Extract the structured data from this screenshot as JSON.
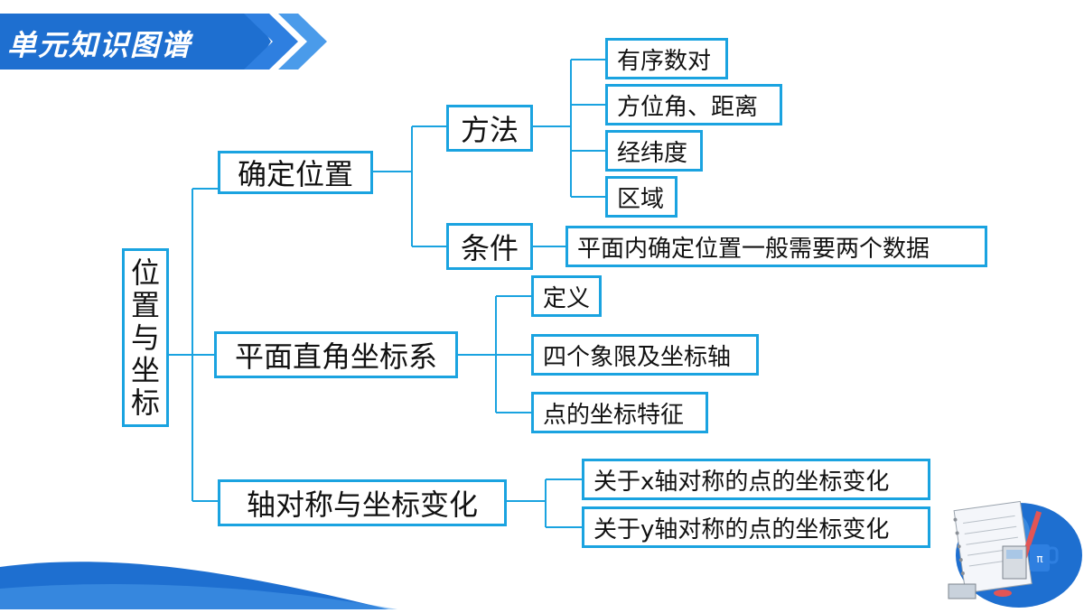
{
  "header": {
    "title": "单元知识图谱"
  },
  "colors": {
    "accent": "#1aa3e0",
    "banner": "#1e6fd0",
    "chevrons": "#2e7fe0"
  },
  "mindmap": {
    "root": "位置与坐标",
    "branches": [
      {
        "label": "确定位置",
        "children": [
          {
            "label": "方法",
            "children": [
              "有序数对",
              "方位角、距离",
              "经纬度",
              "区域"
            ]
          },
          {
            "label": "条件",
            "children": [
              "平面内确定位置一般需要两个数据"
            ]
          }
        ]
      },
      {
        "label": "平面直角坐标系",
        "children": [
          "定义",
          "四个象限及坐标轴",
          "点的坐标特征"
        ]
      },
      {
        "label": "轴对称与坐标变化",
        "children": [
          "关于x轴对称的点的坐标变化",
          "关于y轴对称的点的坐标变化"
        ]
      }
    ]
  },
  "decorations": {
    "notebook_icon": "math-notebook-illustration",
    "pi_symbol": "π"
  }
}
